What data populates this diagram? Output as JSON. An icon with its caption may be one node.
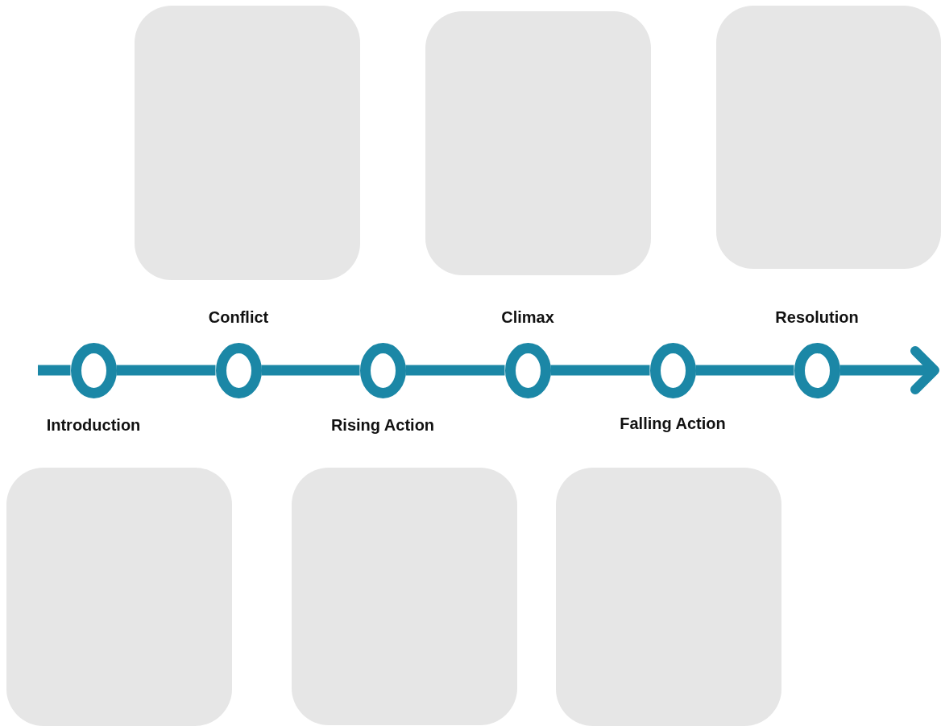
{
  "diagram": {
    "nodes": [
      {
        "text": [],
        "shape": "box"
      },
      {
        "text": [],
        "shape": "box"
      },
      {
        "text": [],
        "shape": "box"
      },
      {
        "text": [
          "Introduction"
        ]
      },
      {
        "text": [
          "Conflict"
        ]
      },
      {
        "text": [
          "Rising Action"
        ]
      },
      {
        "text": [
          "Climax"
        ]
      },
      {
        "text": [
          "Falling Action"
        ]
      },
      {
        "text": [
          "Resolution"
        ]
      },
      {
        "text": [],
        "shape": "box"
      },
      {
        "text": [],
        "shape": "box"
      },
      {
        "text": [],
        "shape": "box"
      }
    ],
    "edges": [
      {
        "from": null,
        "to": 3,
        "arrow": "none"
      },
      {
        "from": 3,
        "to": 4,
        "arrow": "none"
      },
      {
        "from": 4,
        "to": 5,
        "arrow": "none"
      },
      {
        "from": 5,
        "to": 6,
        "arrow": "none"
      },
      {
        "from": 6,
        "to": 7,
        "arrow": "none"
      },
      {
        "from": 7,
        "to": 8,
        "arrow": "none"
      },
      {
        "from": 8,
        "to": null,
        "arrow": "to"
      }
    ]
  }
}
